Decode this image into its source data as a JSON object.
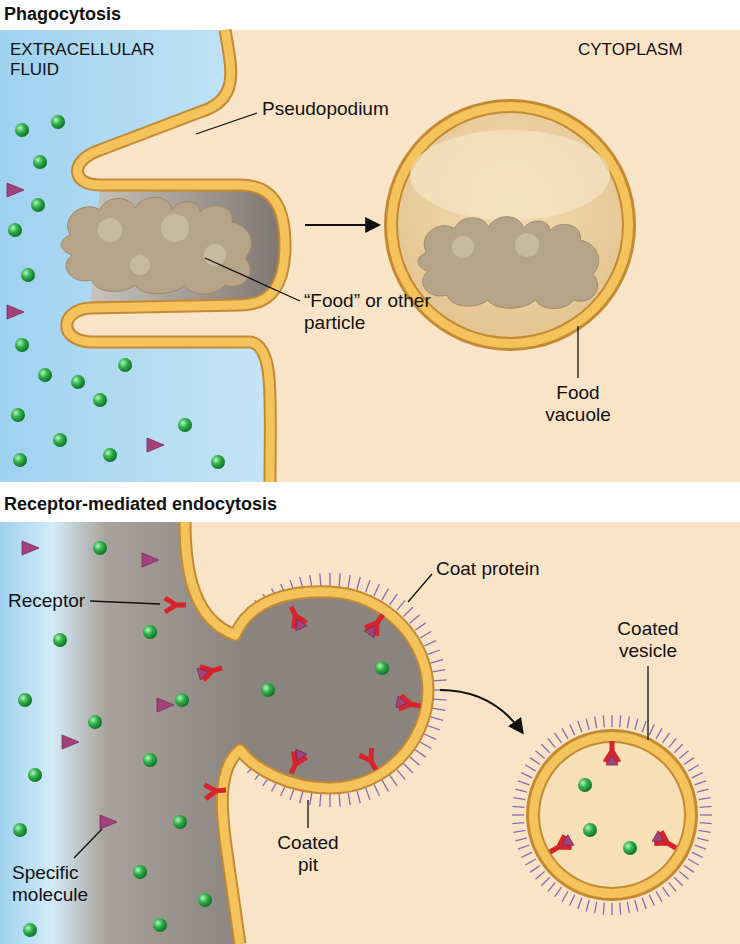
{
  "diagram": {
    "labels": [
      "Phagocytosis",
      "EXTRACELLULAR FLUID",
      "CYTOPLASM",
      "Pseudopodium",
      "“Food” or other particle",
      "Food vacuole",
      "Receptor-mediated endocytosis",
      "Receptor",
      "Coat protein",
      "Coated vesicle",
      "Coated pit",
      "Specific molecule"
    ]
  }
}
